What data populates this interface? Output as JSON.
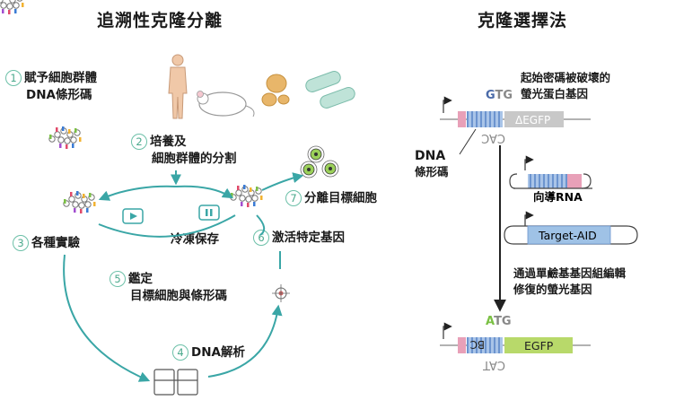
{
  "left": {
    "title": "追溯性克隆分離",
    "steps": [
      {
        "num": "1",
        "line1": "賦予細胞群體",
        "line2": "DNA條形碼"
      },
      {
        "num": "2",
        "line1": "培養及",
        "line2": "細胞群體的分割"
      },
      {
        "num": "3",
        "line1": "各種實驗"
      },
      {
        "num": "4",
        "line1": "DNA解析"
      },
      {
        "num": "5",
        "line1": "鑑定",
        "line2": "目標細胞與條形碼"
      },
      {
        "num": "6",
        "line1": "激活特定基因"
      },
      {
        "num": "7",
        "line1": "分離目標細胞"
      }
    ],
    "freeze_label": "冷凍保存"
  },
  "right": {
    "title": "克隆選擇法",
    "top_note_line1": "起始密碼被破壞的",
    "top_note_line2": "螢光蛋白基因",
    "codon_top": "GTG",
    "codon_top_bottom": "CAC",
    "gene_top": "ΔEGFP",
    "dna_label_line1": "DNA",
    "dna_label_line2": "條形碼",
    "guide_rna": "向導RNA",
    "target_aid": "Target-AID",
    "edit_note_line1": "通過單鹼基基因組編輯",
    "edit_note_line2": "修復的螢光基因",
    "codon_bottom": "ATG",
    "codon_bottom_bottom": "CAT",
    "bc_label": "BC",
    "gene_bottom": "EGFP"
  },
  "colors": {
    "teal": "#3aa6a6",
    "mint": "#6cc0a8",
    "pink": "#e8a0b8",
    "blue": "#8cb0dc",
    "egfp_green": "#b8d96a",
    "gray": "#b8b8b8",
    "red": "#e06060"
  }
}
